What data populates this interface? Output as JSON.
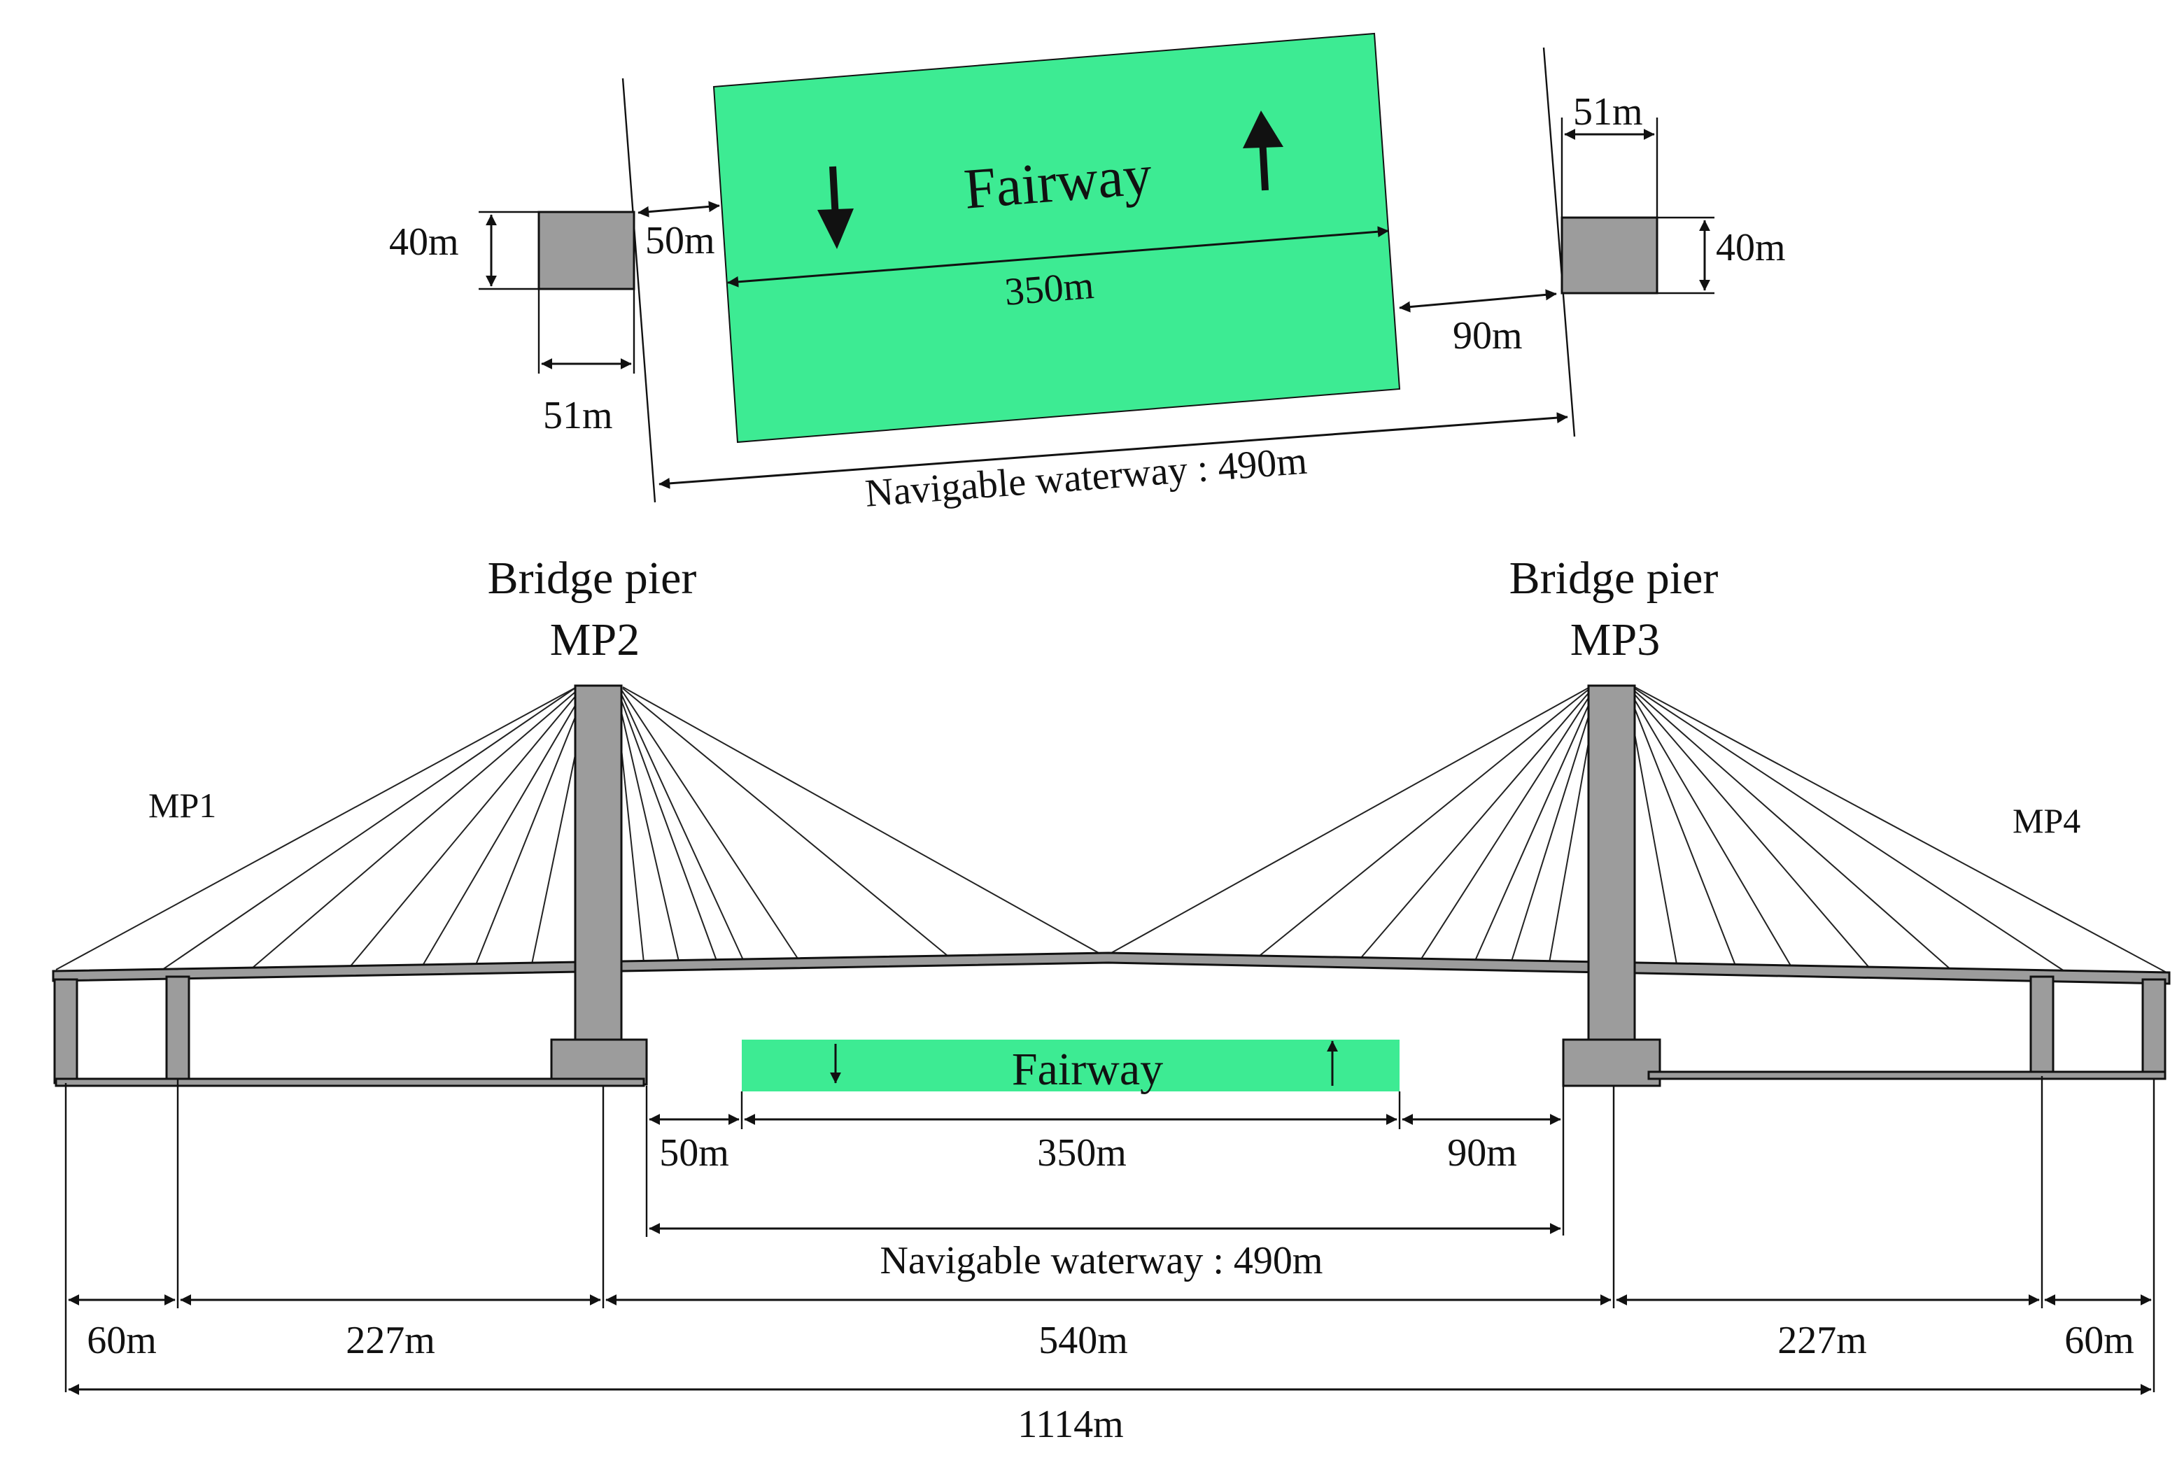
{
  "colors": {
    "fairway": "#3DEB93",
    "pier": "#9C9C9C",
    "line": "#111111"
  },
  "icons": [
    "down-arrow-icon",
    "up-arrow-icon"
  ],
  "plan": {
    "fairway_label": "Fairway",
    "fairway_width": "350m",
    "left_clearance": "50m",
    "right_clearance": "90m",
    "navigable": "Navigable waterway : 490m",
    "left_pier_height": "40m",
    "left_pier_width": "51m",
    "right_pier_height": "40m",
    "right_pier_width": "51m"
  },
  "elevation": {
    "pier_mp2_line1": "Bridge pier",
    "pier_mp2_line2": "MP2",
    "pier_mp3_line1": "Bridge pier",
    "pier_mp3_line2": "MP3",
    "mp1": "MP1",
    "mp4": "MP4",
    "fairway_label": "Fairway",
    "left_clearance": "50m",
    "fairway_width": "350m",
    "right_clearance": "90m",
    "navigable": "Navigable waterway : 490m",
    "span_left_end": "60m",
    "span_left_side": "227m",
    "span_main": "540m",
    "span_right_side": "227m",
    "span_right_end": "60m",
    "total": "1114m"
  }
}
